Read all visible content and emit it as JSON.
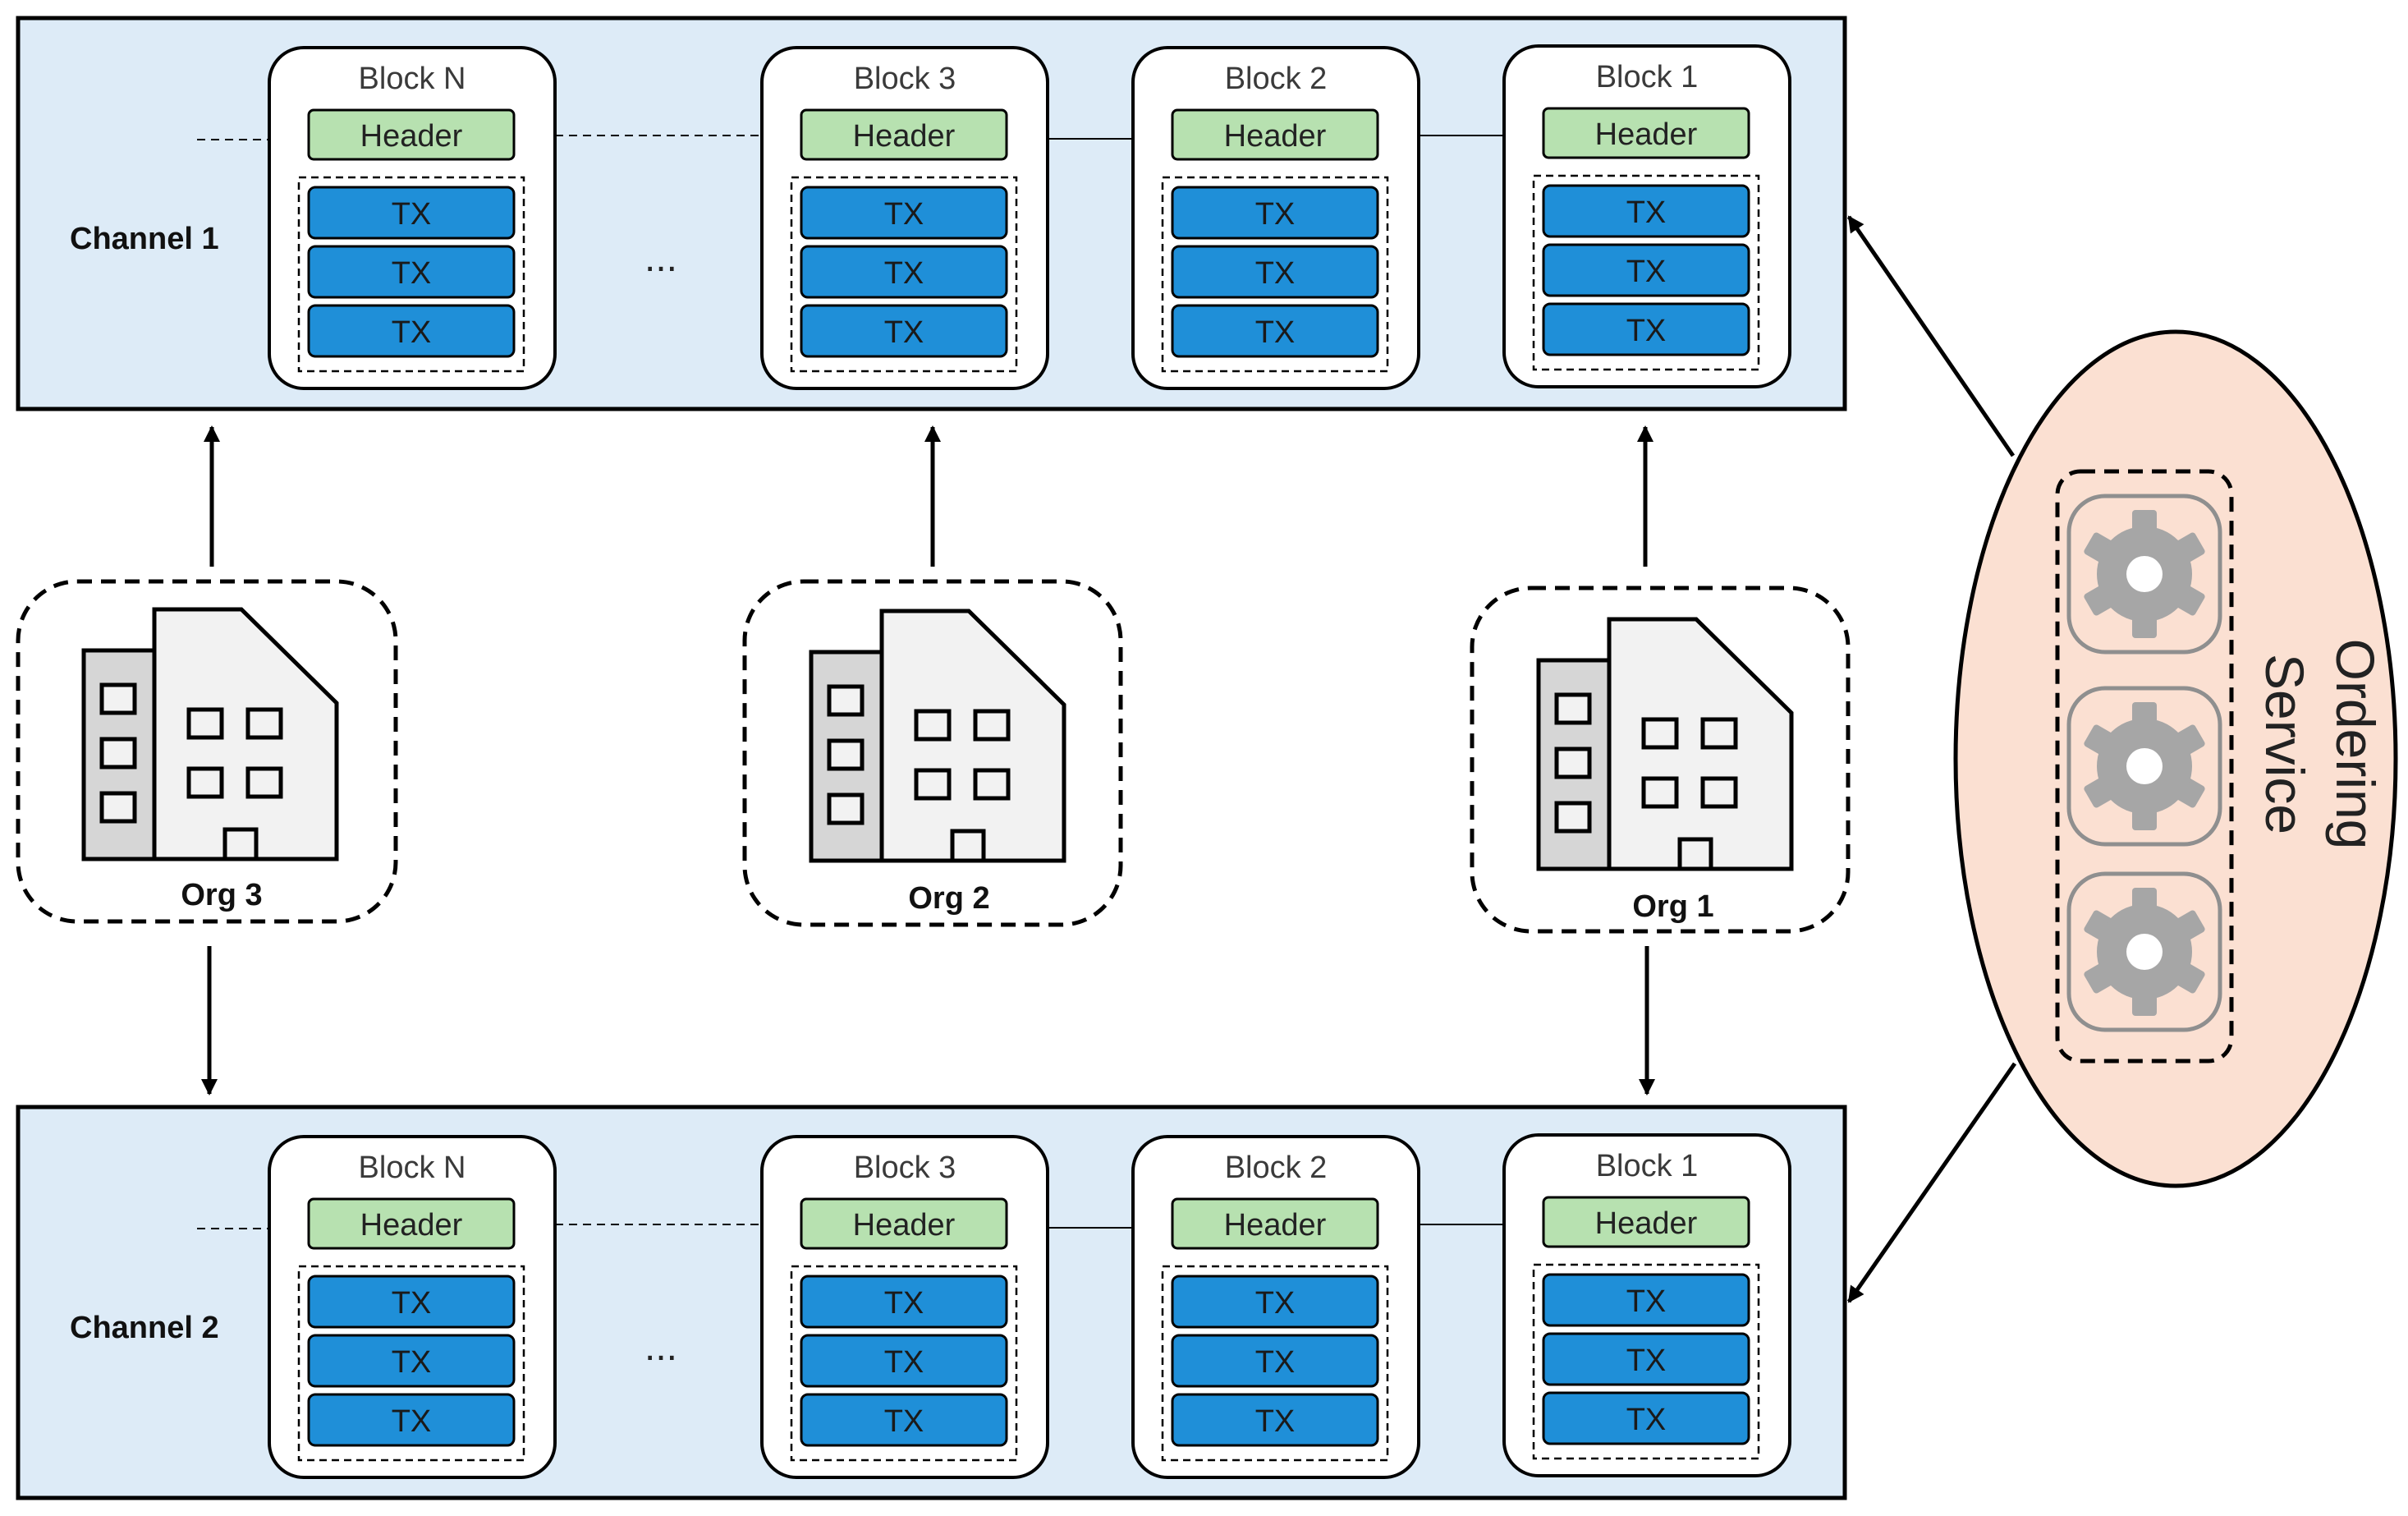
{
  "colors": {
    "channel_fill": "#ddebf7",
    "header_fill": "#b7e1b0",
    "tx_fill": "#1f8fd8",
    "ordering_fill": "#fbe0d2",
    "building_light": "#f2f2f2",
    "building_dark": "#d6d6d6",
    "gear": "#a6a6a6"
  },
  "channels": [
    {
      "label": "Channel 1",
      "ellipsis": "...",
      "blocks": [
        {
          "title": "Block N",
          "header": "Header",
          "txs": [
            "TX",
            "TX",
            "TX"
          ]
        },
        {
          "title": "Block 3",
          "header": "Header",
          "txs": [
            "TX",
            "TX",
            "TX"
          ]
        },
        {
          "title": "Block 2",
          "header": "Header",
          "txs": [
            "TX",
            "TX",
            "TX"
          ]
        },
        {
          "title": "Block 1",
          "header": "Header",
          "txs": [
            "TX",
            "TX",
            "TX"
          ]
        }
      ]
    },
    {
      "label": "Channel 2",
      "ellipsis": "...",
      "blocks": [
        {
          "title": "Block N",
          "header": "Header",
          "txs": [
            "TX",
            "TX",
            "TX"
          ]
        },
        {
          "title": "Block 3",
          "header": "Header",
          "txs": [
            "TX",
            "TX",
            "TX"
          ]
        },
        {
          "title": "Block 2",
          "header": "Header",
          "txs": [
            "TX",
            "TX",
            "TX"
          ]
        },
        {
          "title": "Block 1",
          "header": "Header",
          "txs": [
            "TX",
            "TX",
            "TX"
          ]
        }
      ]
    }
  ],
  "orgs": [
    {
      "label": "Org 3",
      "icon": "building-icon"
    },
    {
      "label": "Org 2",
      "icon": "building-icon"
    },
    {
      "label": "Org 1",
      "icon": "building-icon"
    }
  ],
  "ordering_service": {
    "line1": "Ordering",
    "line2": "Service",
    "nodes": [
      "gear-icon",
      "gear-icon",
      "gear-icon"
    ]
  }
}
